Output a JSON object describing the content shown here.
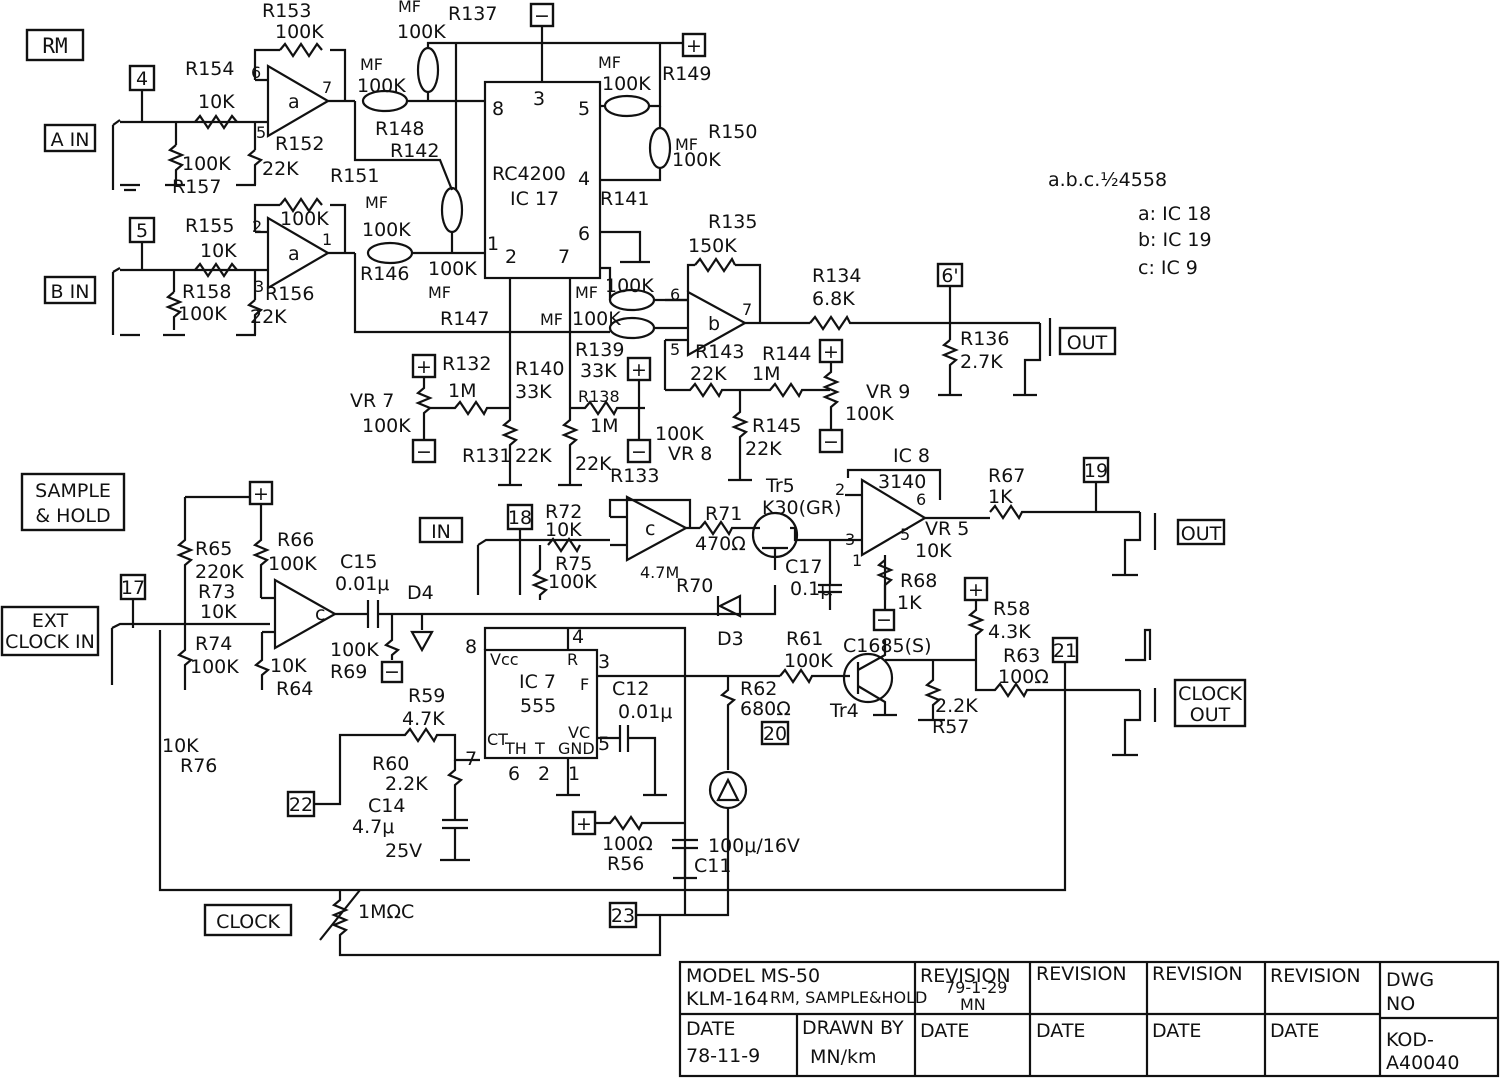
{
  "sections": {
    "rm": "RM",
    "sample_hold": [
      "SAMPLE",
      "& HOLD"
    ],
    "clock": "CLOCK"
  },
  "io": {
    "a_in": "A IN",
    "b_in": "B IN",
    "ext_clock_in": [
      "EXT",
      "CLOCK IN"
    ],
    "rm_out": "OUT",
    "sh_out": "OUT",
    "clock_out": [
      "CLOCK",
      "OUT"
    ],
    "in": "IN"
  },
  "pins": {
    "p4": "4",
    "p5": "5",
    "p6": "6'",
    "p17": "17",
    "p18": "18",
    "p19": "19",
    "p20": "20",
    "p21": "21",
    "p22": "22",
    "p23": "23"
  },
  "supply": {
    "plus": "+",
    "minus": "−"
  },
  "opamp_note": {
    "title": "a.b.c.½4558",
    "lines": [
      "a: IC 18",
      "b: IC 19",
      "c: IC 9"
    ]
  },
  "ics": {
    "ic17": {
      "name": "RC4200",
      "ref": "IC 17",
      "pins": [
        "8",
        "3",
        "5",
        "4",
        "6",
        "1",
        "2",
        "7"
      ]
    },
    "ic7": {
      "ref": "IC 7",
      "name": "555",
      "vcc": "Vcc",
      "r": "R",
      "f": "F",
      "ct": "CT",
      "th": "TH",
      "t": "T",
      "vc": "VC",
      "gnd": "GND",
      "pins": [
        "8",
        "4",
        "3",
        "7",
        "6",
        "2",
        "5",
        "1"
      ]
    },
    "ic8": {
      "ref": "IC 8",
      "name": "3140",
      "pins": [
        "2",
        "3",
        "6",
        "5",
        "1"
      ]
    }
  },
  "opamps": {
    "a1": "a",
    "a2": "a",
    "b": "b",
    "c1": "c",
    "c2": "c"
  },
  "components": {
    "r153": [
      "R153",
      "100K"
    ],
    "r137": [
      "MF",
      "100K",
      "R137"
    ],
    "r154": [
      "R154",
      "10K"
    ],
    "r157": [
      "100K",
      "R157"
    ],
    "r152": [
      "R152",
      "22K"
    ],
    "r148": [
      "MF",
      "100K",
      "R148"
    ],
    "r149": [
      "MF",
      "100K",
      "R149"
    ],
    "r150": [
      "MF",
      "R150",
      "100K"
    ],
    "r142": [
      "R142"
    ],
    "r151": [
      "R151",
      "100K"
    ],
    "r155": [
      "R155",
      "10K"
    ],
    "r146": [
      "MF",
      "100K",
      "R146"
    ],
    "r158": [
      "R158",
      "100K"
    ],
    "r156": [
      "R156",
      "22K"
    ],
    "r_mf": [
      "100K",
      "MF"
    ],
    "r141": [
      "R141"
    ],
    "r135": [
      "R135",
      "150K"
    ],
    "r134": [
      "R134",
      "6.8K"
    ],
    "r136": [
      "R136",
      "2.7K"
    ],
    "r147": [
      "R147",
      "MF",
      "100K"
    ],
    "r_100k": [
      "MF",
      "100K"
    ],
    "r132": [
      "R132",
      "1M"
    ],
    "vr7": [
      "VR 7",
      "100K"
    ],
    "r140": [
      "R140",
      "33K"
    ],
    "r131": [
      "R131",
      "22K"
    ],
    "r139": [
      "R139",
      "33K"
    ],
    "r138": [
      "R138",
      "1M"
    ],
    "r133": [
      "22K",
      "R133"
    ],
    "vr8": [
      "100K",
      "VR 8"
    ],
    "r143": [
      "R143",
      "22K"
    ],
    "r144": [
      "R144",
      "1M"
    ],
    "vr9": [
      "VR 9",
      "100K"
    ],
    "r145": [
      "R145",
      "22K"
    ],
    "r72": [
      "R72",
      "10K"
    ],
    "r75": [
      "R75",
      "100K"
    ],
    "r71": [
      "R71",
      "470Ω"
    ],
    "r70": [
      "4.7M",
      "R70"
    ],
    "tr5": [
      "Tr5",
      "K30(GR)"
    ],
    "c17": [
      "C17",
      "0.1μ"
    ],
    "r67": [
      "R67",
      "1K"
    ],
    "vr5": [
      "VR 5",
      "10K"
    ],
    "r68": [
      "R68",
      "1K"
    ],
    "r65": [
      "R65",
      "220K"
    ],
    "r66": [
      "R66",
      "100K"
    ],
    "c15": [
      "C15",
      "0.01μ"
    ],
    "d4": "D4",
    "d3": "D3",
    "r73": [
      "R73",
      "10K"
    ],
    "r74": [
      "R74",
      "100K"
    ],
    "r64": [
      "10K",
      "R64"
    ],
    "r69": [
      "100K",
      "R69"
    ],
    "r76": [
      "10K",
      "R76"
    ],
    "r61": [
      "R61",
      "100K"
    ],
    "tr4": [
      "C1685(S)",
      "Tr4"
    ],
    "r58": [
      "R58",
      "4.3K"
    ],
    "r63": [
      "R63",
      "100Ω"
    ],
    "r57": [
      "2.2K",
      "R57"
    ],
    "r59": [
      "R59",
      "4.7K"
    ],
    "r60": [
      "R60",
      "2.2K"
    ],
    "c14": [
      "C14",
      "4.7μ",
      "25V"
    ],
    "c12": [
      "C12",
      "0.01μ"
    ],
    "r62": [
      "R62",
      "680Ω"
    ],
    "r56": [
      "100Ω",
      "R56"
    ],
    "c11": [
      "100μ/16V",
      "C11"
    ],
    "vr_clock": "1MΩC"
  },
  "title_block": {
    "model": "MODEL MS-50",
    "drawing": "KLM-164",
    "rev_note": "RM, SAMPLE&HOLD",
    "rev_date": "79-1-29",
    "rev_initials": "MN",
    "revision": [
      "REVISION",
      "REVISION",
      "REVISION",
      "REVISION"
    ],
    "date_label": "DATE",
    "date": "78-11-9",
    "drawn_by_label": "DRAWN BY",
    "drawn_by": "MN/km",
    "dwg_no_label": [
      "DWG",
      "NO"
    ],
    "dwg_no": [
      "KOD-",
      "A40040"
    ]
  }
}
